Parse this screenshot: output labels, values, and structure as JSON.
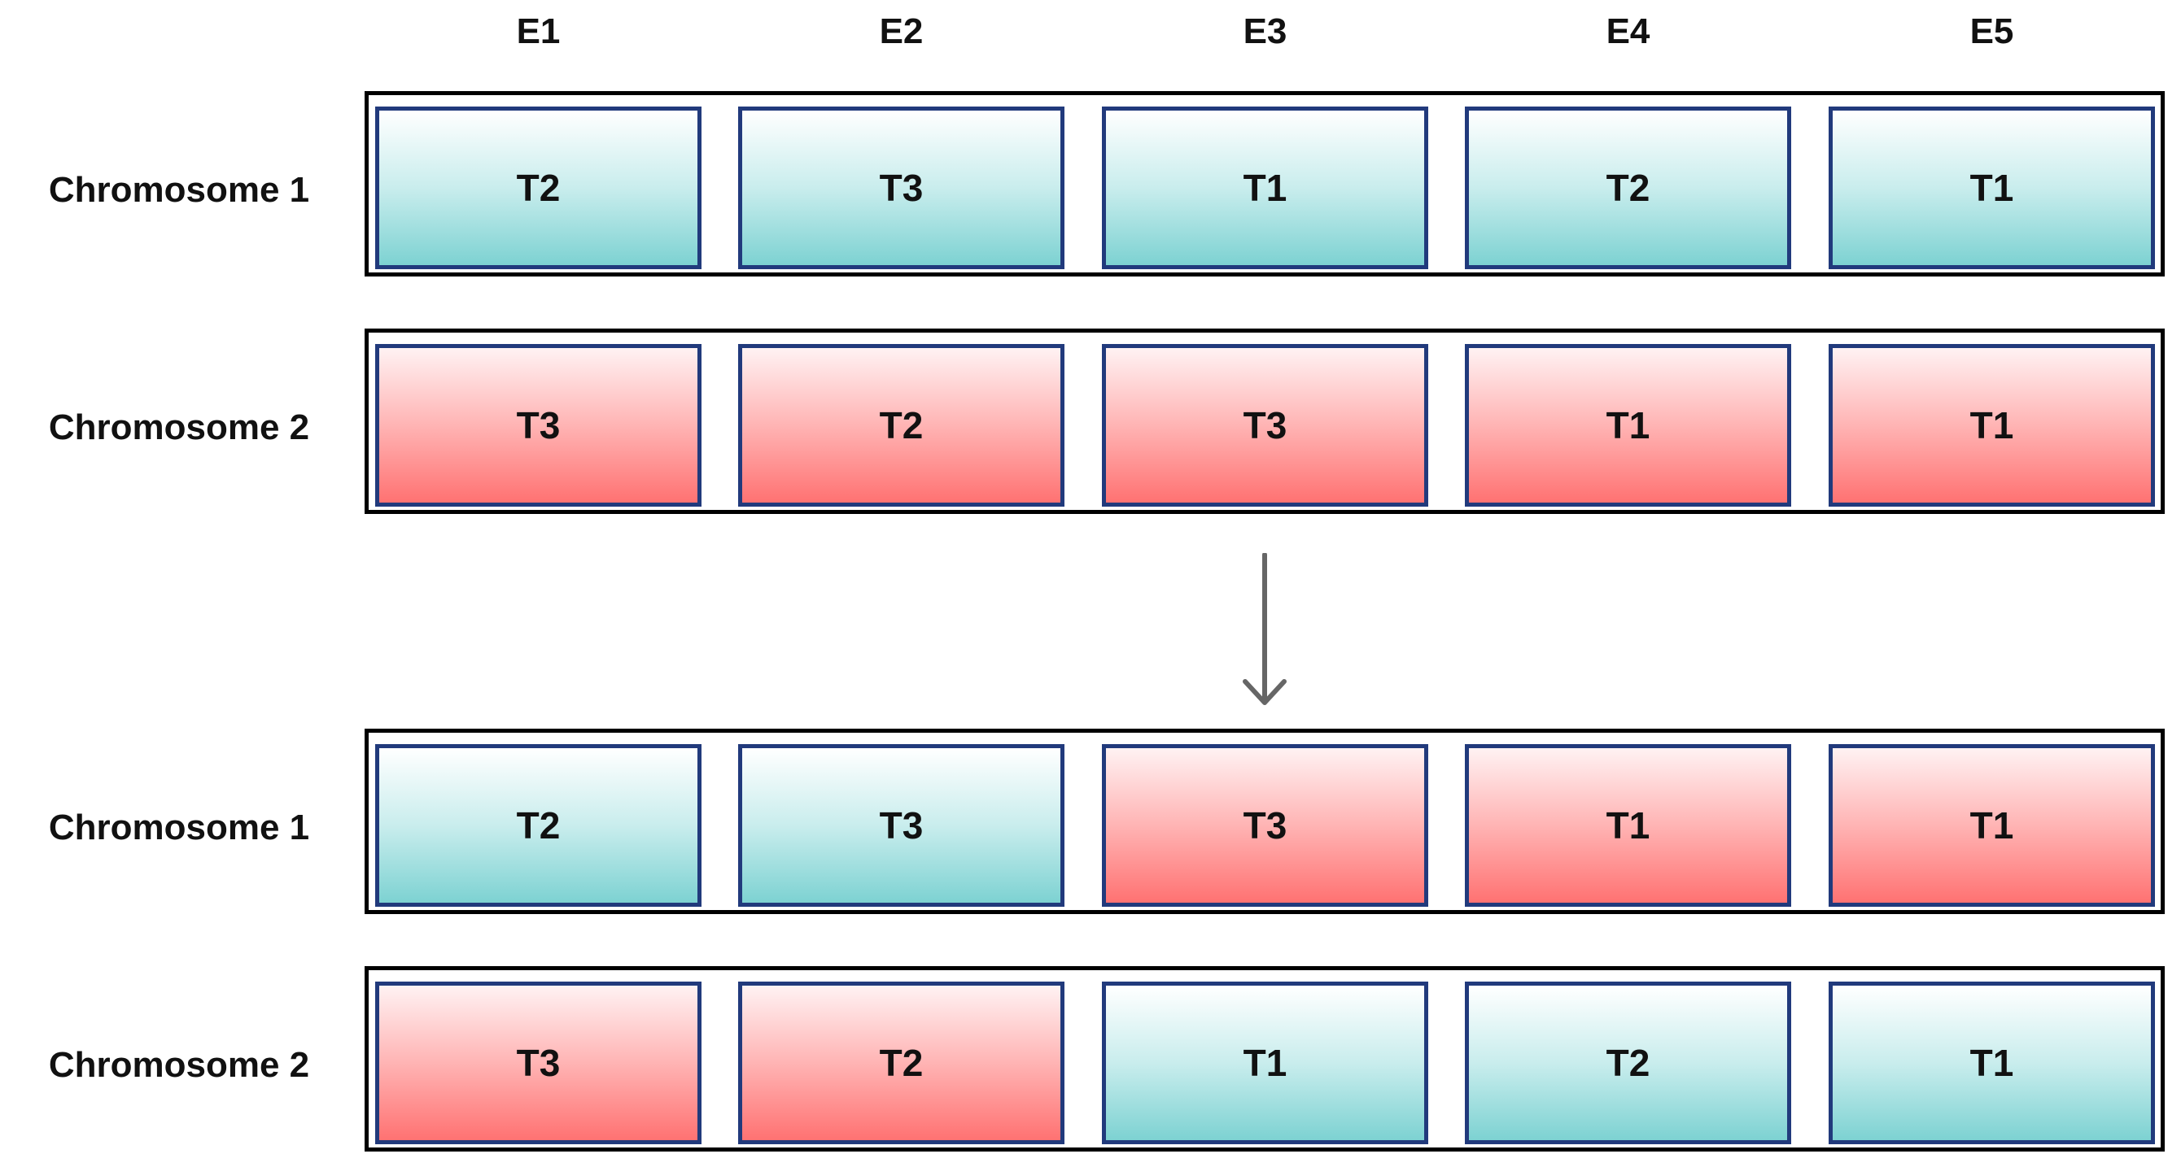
{
  "columns": [
    "E1",
    "E2",
    "E3",
    "E4",
    "E5"
  ],
  "colors": {
    "chromosome_1_parent": "#7dd2d2",
    "chromosome_2_parent": "#ff7272",
    "gene_border": "#213a7c",
    "arrow": "#666666"
  },
  "before": {
    "rows": [
      {
        "label": "Chromosome 1",
        "genes": [
          {
            "text": "T2",
            "parent": "teal"
          },
          {
            "text": "T3",
            "parent": "teal"
          },
          {
            "text": "T1",
            "parent": "teal"
          },
          {
            "text": "T2",
            "parent": "teal"
          },
          {
            "text": "T1",
            "parent": "teal"
          }
        ]
      },
      {
        "label": "Chromosome 2",
        "genes": [
          {
            "text": "T3",
            "parent": "red"
          },
          {
            "text": "T2",
            "parent": "red"
          },
          {
            "text": "T3",
            "parent": "red"
          },
          {
            "text": "T1",
            "parent": "red"
          },
          {
            "text": "T1",
            "parent": "red"
          }
        ]
      }
    ]
  },
  "after": {
    "rows": [
      {
        "label": "Chromosome 1",
        "genes": [
          {
            "text": "T2",
            "parent": "teal"
          },
          {
            "text": "T3",
            "parent": "teal"
          },
          {
            "text": "T3",
            "parent": "red"
          },
          {
            "text": "T1",
            "parent": "red"
          },
          {
            "text": "T1",
            "parent": "red"
          }
        ]
      },
      {
        "label": "Chromosome 2",
        "genes": [
          {
            "text": "T3",
            "parent": "red"
          },
          {
            "text": "T2",
            "parent": "red"
          },
          {
            "text": "T1",
            "parent": "teal"
          },
          {
            "text": "T2",
            "parent": "teal"
          },
          {
            "text": "T1",
            "parent": "teal"
          }
        ]
      }
    ]
  }
}
